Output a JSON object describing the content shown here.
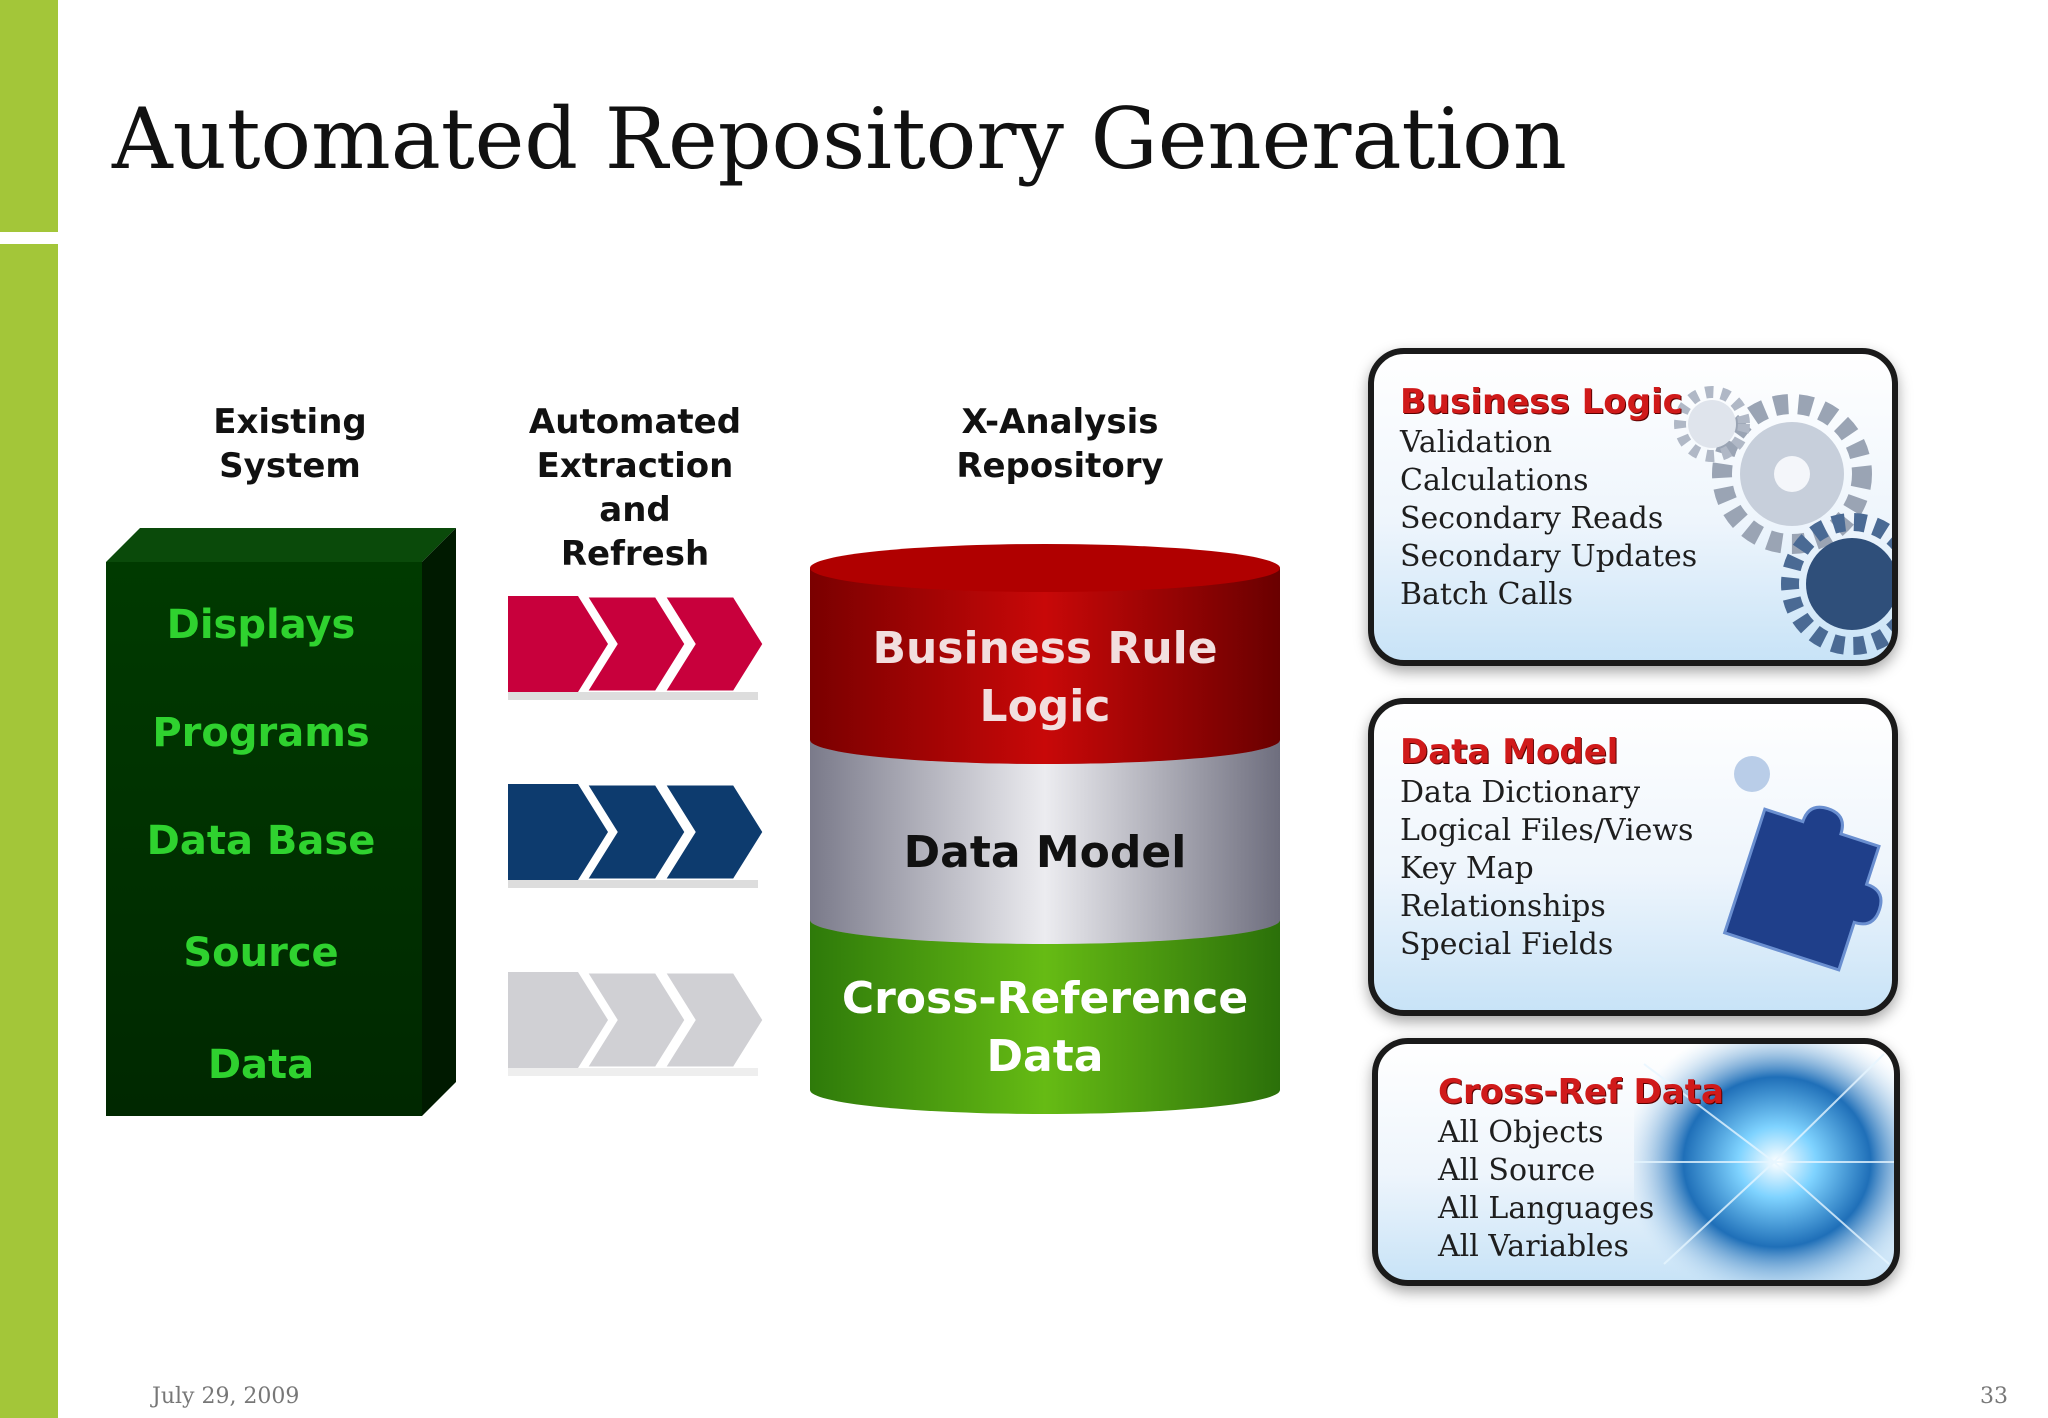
{
  "slide": {
    "title": "Automated Repository Generation",
    "date": "July 29, 2009",
    "page_number": "33"
  },
  "columns": {
    "existing": "Existing System",
    "automated": "Automated\nExtraction and\nRefresh",
    "repository": "X-Analysis Repository"
  },
  "existing_system": {
    "items": [
      "Displays",
      "Programs",
      "Data Base",
      "Source",
      "Data"
    ]
  },
  "repository_layers": {
    "top": "Business Rule\nLogic",
    "middle": "Data Model",
    "bottom": "Cross-Reference\nData"
  },
  "panels": [
    {
      "title": "Business Logic",
      "lines": [
        "Validation",
        "Calculations",
        "Secondary Reads",
        "Secondary Updates",
        "Batch Calls"
      ],
      "art": "gears-icon"
    },
    {
      "title": "Data Model",
      "lines": [
        "Data Dictionary",
        "Logical Files/Views",
        "Key Map",
        "Relationships",
        "Special Fields"
      ],
      "art": "puzzle-icon"
    },
    {
      "title": "Cross-Ref Data",
      "lines": [
        "All Objects",
        "All Source",
        "All Languages",
        "All Variables"
      ],
      "art": "data-burst-icon"
    }
  ],
  "colors": {
    "accent_green": "#a3c639",
    "box_green": "#003300",
    "item_green": "#2fd22f",
    "chevron_red": "#c8003c",
    "chevron_blue": "#0d3b6e",
    "chevron_gray": "#d0d0d4",
    "layer_red": "#a80000",
    "layer_gray": "#b8b8c4",
    "layer_green": "#3d9a0e",
    "panel_title_red": "#d01a1a"
  }
}
